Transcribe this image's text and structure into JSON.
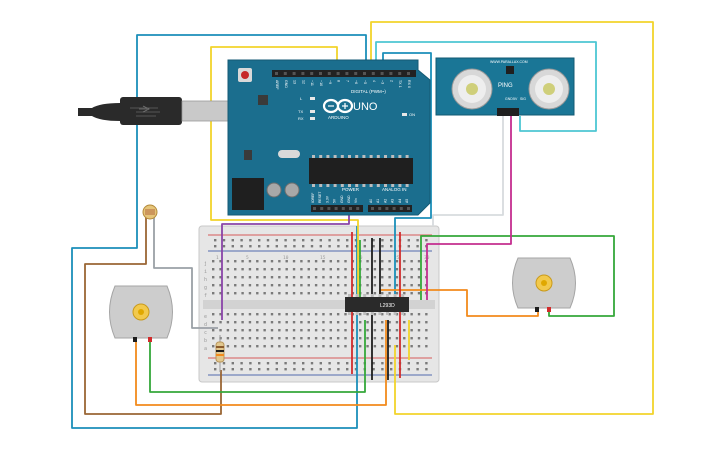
{
  "arduino": {
    "brand": "ARDUINO",
    "model": "UNO",
    "digital_label": "DIGITAL (PWM~)",
    "power_label": "POWER",
    "analog_label": "ANALOG IN",
    "l_label": "L",
    "tx_label": "TX",
    "rx_label": "RX",
    "on_label": "ON",
    "digital_pins": [
      "AREF",
      "GND",
      "13",
      "12",
      "~11",
      "~10",
      "~9",
      "8",
      "7",
      "~6",
      "~5",
      "4",
      "~3",
      "2",
      "TX 1",
      "RX 0"
    ],
    "power_pins": [
      "IOREF",
      "RESET",
      "3.3V",
      "5V",
      "GND",
      "GND",
      "Vin"
    ],
    "analog_pins": [
      "A0",
      "A1",
      "A2",
      "A3",
      "A4",
      "A5"
    ]
  },
  "sensor": {
    "name": "PING",
    "vendor": "WWW.PARALLAX.COM",
    "pins": [
      "GND",
      "5V",
      "SIG"
    ]
  },
  "driver_ic": {
    "label": "L293D"
  },
  "breadboard": {
    "top_row_letters": [
      "j",
      "i",
      "h",
      "g",
      "f"
    ],
    "bottom_row_letters": [
      "e",
      "d",
      "c",
      "b",
      "a"
    ],
    "column_numbers": [
      "1",
      "5",
      "10",
      "15",
      "20",
      "25",
      "30"
    ]
  },
  "colors": {
    "wire_blue": "#1b8fb9",
    "wire_lightblue": "#4dc6d3",
    "wire_yellow": "#f2d42b",
    "wire_red": "#d12c2c",
    "wire_black": "#1d1d1d",
    "wire_green": "#35a83a",
    "wire_orange": "#f28a1c",
    "wire_brown": "#9a6634",
    "wire_purple": "#8a44a8",
    "wire_magenta": "#c42e8f",
    "wire_gray": "#9aa0a6",
    "wire_white": "#e9ecef",
    "board_teal": "#1b6e8e",
    "sensor_teal": "#1a7696"
  }
}
